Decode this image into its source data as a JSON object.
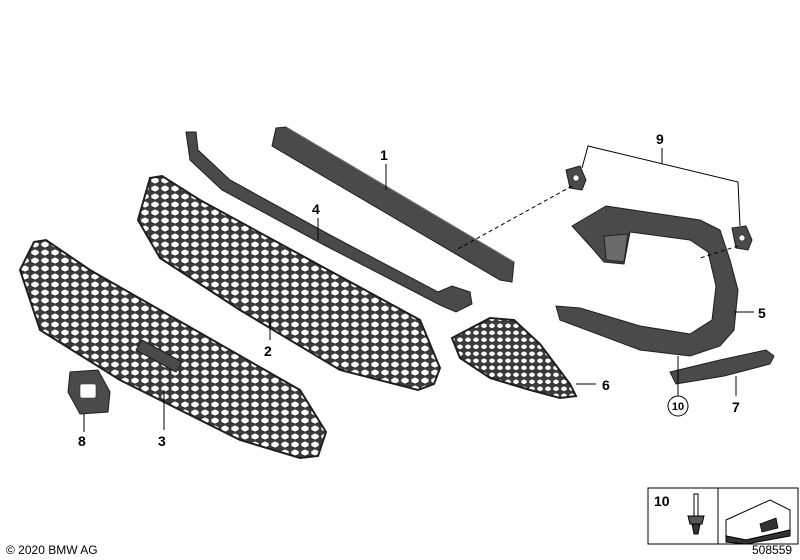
{
  "callouts": {
    "c1": "1",
    "c2": "2",
    "c3": "3",
    "c4": "4",
    "c5": "5",
    "c6": "6",
    "c7": "7",
    "c8": "8",
    "c9": "9",
    "c10": "10"
  },
  "legend": {
    "part_number": "10"
  },
  "footer": {
    "copyright": "© 2020 BMW AG",
    "diagram_number": "508559"
  },
  "colors": {
    "part_fill": "#4a4a4c",
    "outline": "#1e1e1e",
    "background": "#ffffff"
  }
}
